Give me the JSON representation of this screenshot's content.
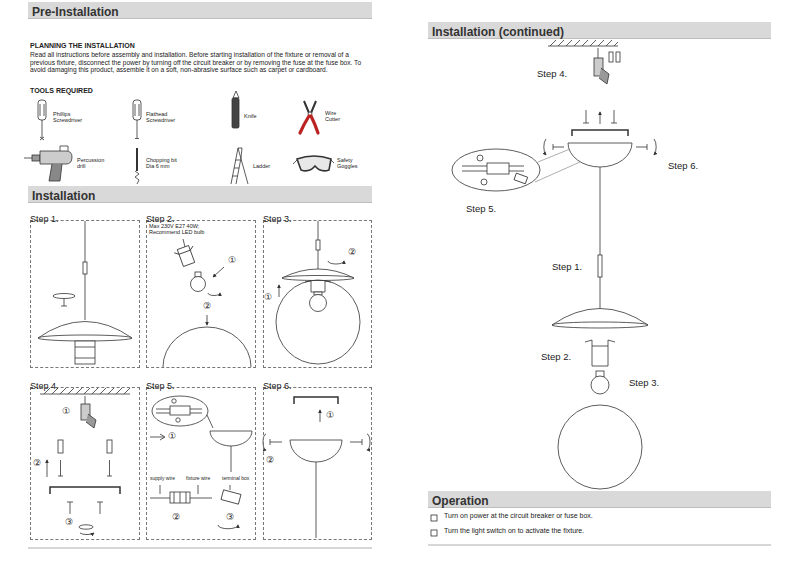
{
  "diagram": {
    "nodes": [
      {
        "text": [
          "Pre-Installation"
        ]
      },
      {
        "text": [
          "Installation"
        ]
      },
      {
        "text": [
          "Step 1."
        ]
      },
      {
        "text": [
          "Step 2."
        ]
      },
      {
        "text": [
          "Step 3."
        ]
      },
      {
        "text": [
          "Step 4."
        ]
      },
      {
        "text": [
          "Step 5."
        ]
      },
      {
        "text": [
          "Step 6."
        ]
      },
      {
        "text": [
          "Installation (continued)"
        ]
      },
      {
        "text": [
          "Operation"
        ]
      }
    ],
    "labels": [
      "PLANNING THE INSTALLATION",
      "Read all instructions before assembly and installation. Before starting installation of the fixture or removal of a previous fixture, disconnect the power by turning off the circuit breaker or by removing the fuse at the fuse box. To avoid damaging this product, assemble it on a soft, non-abrasive surface such as carpet or cardboard.",
      "TOOLS REQUIRED",
      "Phillips Screwdriver",
      "Flathead Screwdriver",
      "Knife",
      "Wire Cutter",
      "Percussion drill",
      "Chopping bit Dia 6 mm",
      "Ladder",
      "Safety Goggles",
      "Max 230V E27 40W; Recommend LED bulb",
      "①",
      "②",
      "①",
      "②",
      "①",
      "②",
      "③",
      "①",
      "supply wire",
      "fixture wire",
      "terminal box",
      "②",
      "③",
      "①",
      "②",
      "Step 4.",
      "Step 6.",
      "Step 5.",
      "Step 1.",
      "Step 2.",
      "Step 3.",
      "Turn on power at the circuit breaker or fuse box.",
      "Turn the light switch on to activate the fixture."
    ]
  }
}
